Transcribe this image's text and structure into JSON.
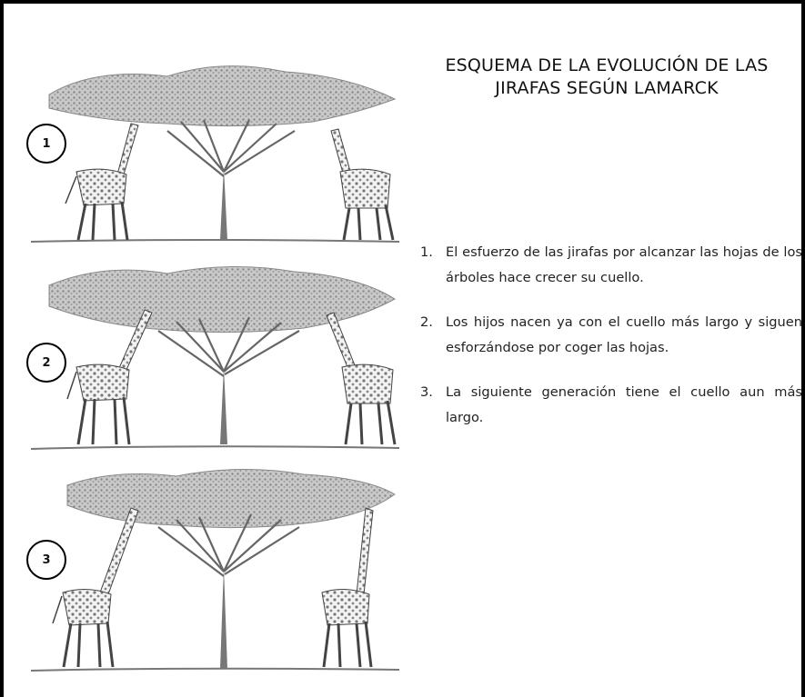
{
  "title_line1": "ESQUEMA DE LA EVOLUCIÓN DE LAS",
  "title_line2": "JIRAFAS SEGÚN LAMARCK",
  "scenes": [
    {
      "label": "1"
    },
    {
      "label": "2"
    },
    {
      "label": "3"
    }
  ],
  "steps": [
    {
      "number": "1.",
      "text": "El esfuerzo de las jirafas por alcanzar las hojas de los árboles hace crecer su cuello."
    },
    {
      "number": "2.",
      "text": "Los hijos nacen ya con el cuello más largo y siguen esforzándose por coger las hojas."
    },
    {
      "number": "3.",
      "text": "La siguiente generación tiene el cuello aun más largo."
    }
  ]
}
